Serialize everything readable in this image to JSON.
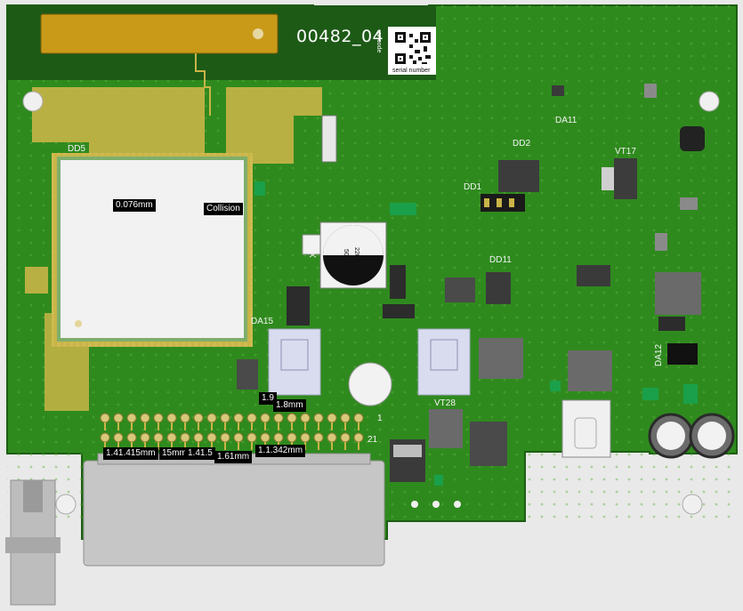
{
  "board": {
    "serial_code": "00482_04",
    "serial_caption": "serial number",
    "qr_caption": "qr code"
  },
  "designators": {
    "dd5": "DD5",
    "dd2": "DD2",
    "dd1": "DD1",
    "da11": "DA11",
    "vt17": "VT17",
    "xp2": "XP2",
    "dd11": "DD11",
    "da15": "DA15",
    "vt28": "VT28",
    "da12": "DA12",
    "pin1": "1",
    "pin21": "21"
  },
  "capacitor_marking": {
    "value": "220u",
    "voltage": "50V"
  },
  "measurements": {
    "m1": "0.076mm",
    "collision": "Collision",
    "m2": "1.41.415mm",
    "m3": "15mm",
    "m4": "1.41.5",
    "m5": "1.61mm",
    "m6": "1.1.342mm",
    "m7": "1.8mm",
    "m8": "1.9"
  },
  "colors": {
    "pcb": "#2f8a1e",
    "pcb_dark": "#1f6a16",
    "copper_pour": "#c9b447",
    "antenna": "#c99a18",
    "silk": "#f2f2f2",
    "background": "#e9e9e9"
  }
}
